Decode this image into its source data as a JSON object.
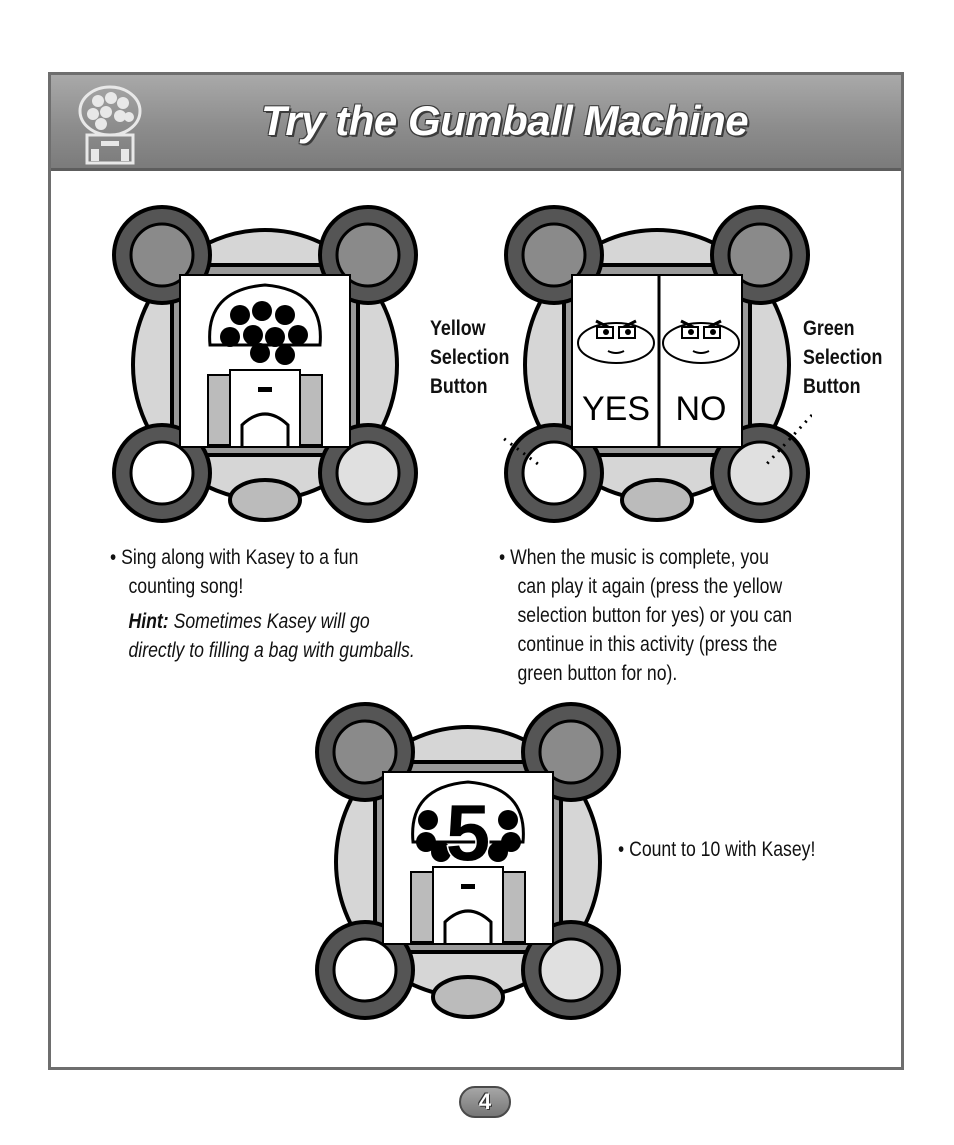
{
  "header": {
    "title": "Try the Gumball Machine",
    "icon": "gumball-machine-icon"
  },
  "screens": {
    "screen2": {
      "yes_label": "YES",
      "no_label": "NO"
    },
    "screen3": {
      "digit": "5"
    }
  },
  "callouts": {
    "yellow": [
      "Yellow",
      "Selection",
      "Button"
    ],
    "green": [
      "Green",
      "Selection",
      "Button"
    ]
  },
  "steps": {
    "step1": {
      "lines": [
        "• Sing along with Kasey to a fun",
        "counting song!"
      ],
      "hint_label": "Hint:",
      "hint_lines": [
        "Sometimes Kasey will go",
        "directly to filling a bag with gumballs."
      ]
    },
    "step2": {
      "lines": [
        "• When the music is complete, you",
        "can play it again (press the yellow",
        "selection button for yes) or you can",
        "continue in this activity (press the",
        "green button for no)."
      ]
    },
    "step3": {
      "lines": [
        "• Count to 10 with Kasey!"
      ]
    }
  },
  "page_number": "4",
  "colors": {
    "banner": "#8d8d8d",
    "frame_border": "#6e6e6e",
    "text": "#111111"
  }
}
